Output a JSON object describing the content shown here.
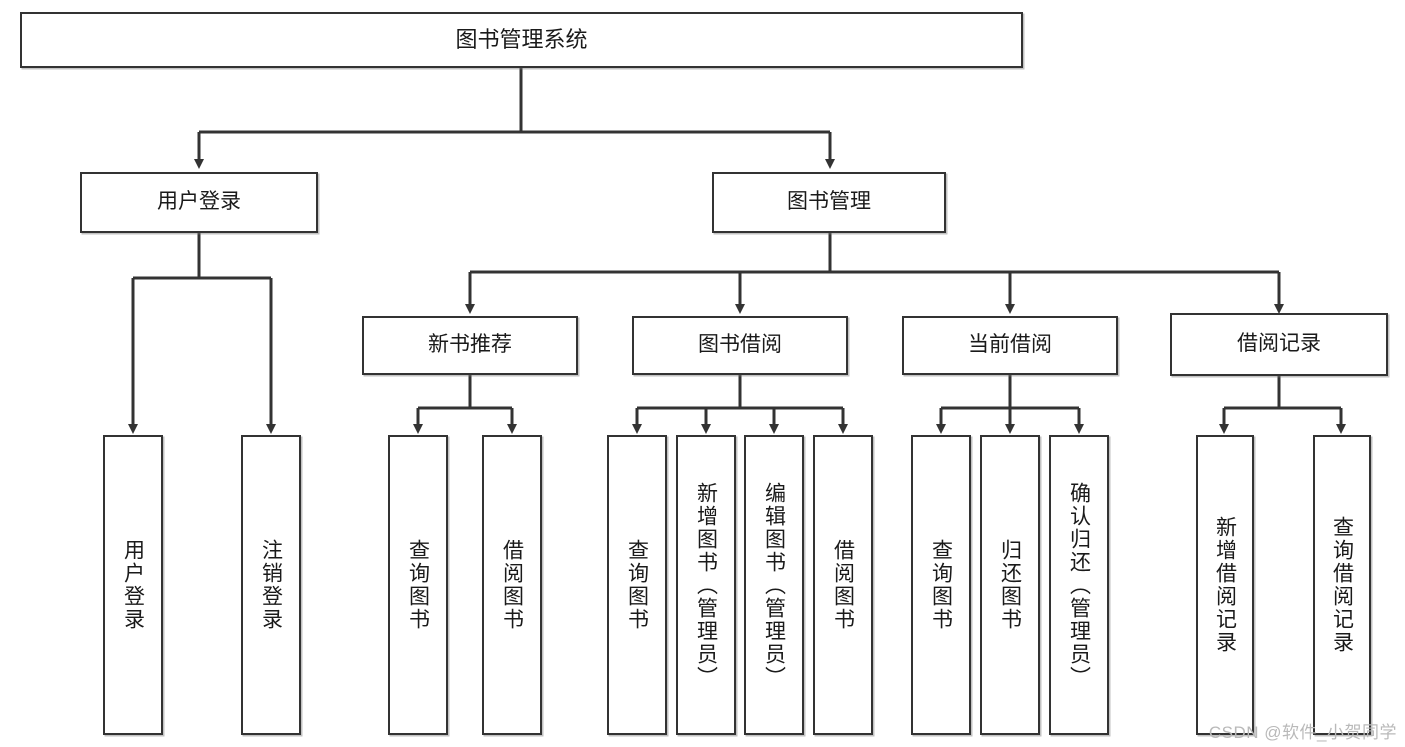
{
  "diagram": {
    "title": "图书管理系统",
    "root": {
      "label": "图书管理系统"
    },
    "level1": [
      {
        "label": "用户登录"
      },
      {
        "label": "图书管理"
      }
    ],
    "level2": [
      {
        "label": "新书推荐"
      },
      {
        "label": "图书借阅"
      },
      {
        "label": "当前借阅"
      },
      {
        "label": "借阅记录"
      }
    ],
    "leaves": {
      "user_login": [
        {
          "label": "用户登录"
        },
        {
          "label": "注销登录"
        }
      ],
      "new_books": [
        {
          "label": "查询图书"
        },
        {
          "label": "借阅图书"
        }
      ],
      "book_borrow": [
        {
          "label": "查询图书"
        },
        {
          "label": "新增图书（管理员）"
        },
        {
          "label": "编辑图书（管理员）"
        },
        {
          "label": "借阅图书"
        }
      ],
      "current_borrow": [
        {
          "label": "查询图书"
        },
        {
          "label": "归还图书"
        },
        {
          "label": "确认归还（管理员）"
        }
      ],
      "borrow_records": [
        {
          "label": "新增借阅记录"
        },
        {
          "label": "查询借阅记录"
        }
      ]
    }
  },
  "watermark": {
    "text": "CSDN @软件_小贺同学"
  },
  "colors": {
    "stroke": "#333333",
    "text": "#1a1a1a",
    "background": "#ffffff",
    "watermark": "#b9b9b9"
  }
}
